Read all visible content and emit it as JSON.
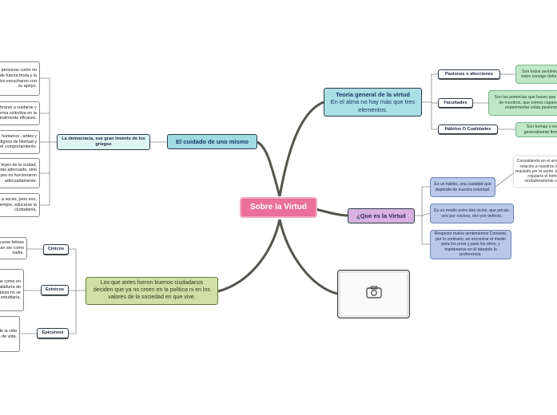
{
  "root": {
    "label": "Sobre la Virtud"
  },
  "branches": {
    "teoria": {
      "title": "Teoría general de la virtud",
      "subtitle": "En el alma no hay más que tres elementos.",
      "children": [
        {
          "label": "Pasiones o afecciones",
          "detail": "Son todos sentimientos que traen consigo dolor o placer."
        },
        {
          "label": "Facultades",
          "detail": "Son las potencias que hacen que se diga de nosotros, que somos capaces de experimentar estas pasiones."
        },
        {
          "label": "Hábitos O Cualidades",
          "detail": "Son formas o maneras generalmente firmes de..."
        }
      ]
    },
    "que_es": {
      "label": "¿Que es la Virtud",
      "children": [
        "Es un hábito, una cualidad que depende de nuestra voluntad.",
        "Es un medio entre dos vicios, que pecan, uno por exceso, otro por defecto.",
        "Respecto malos sentimientos Consiste, por lo contrario, en encontrar el medio para los unos y para los otros, y mantenerse en él dándole la preferencia."
      ],
      "note": "Consistiendo en el arreglo de la relación a nosotros mismos, regulado por la razón, tal como lo regularía el hombre verdaderamente sabio."
    },
    "cuidado": {
      "label": "El cuidado de uno mismo",
      "child": "La democracia, ese gran invento de los griegos",
      "leaves": [
        "Se descubrió que las personas como no tenían conciencia de fuerza bruta y la sabiduría de quienes los escucharon con su apoyo.",
        "Empezaron a acostumbrarse a cuidarse y a deliberar de forma colectiva en la ciudadanía. Finalmente eficaces.",
        "Ser ciudadanos humanos –antes y después– en términos dignos de libertad y del comportamiento.",
        "Se ajustaba a las leyes de la ciudad, dadas las leyes es lo más adecuado, sino que esas leyes no funcionaron adecuadamente.",
        "A veces acierta a veces, pero eso, siempre se equivoca siempre, educarse la ciudadanía."
      ]
    },
    "ciudadanos": {
      "label": "Los que antes fueron buenos ciudadanos deciden que ya no creen en la política ni en los valores de la sociedad en que vive.",
      "schools": [
        {
          "label": "Cínicos",
          "leaf": "Para hacerse felices necesitarían ser como nadie."
        },
        {
          "label": "Estoicos",
          "leaf": "La mente humana tiene como en lo que se funda la sabiduría de saber que la naturaleza no se estudiaría."
        },
        {
          "label": "Epicúreos",
          "leaf": "Para aprender de la vida conta en pocas de vida."
        }
      ]
    },
    "image": {
      "icon": "camera-icon"
    }
  },
  "colors": {
    "root": "#e8709a",
    "link": "#5a5a52"
  }
}
